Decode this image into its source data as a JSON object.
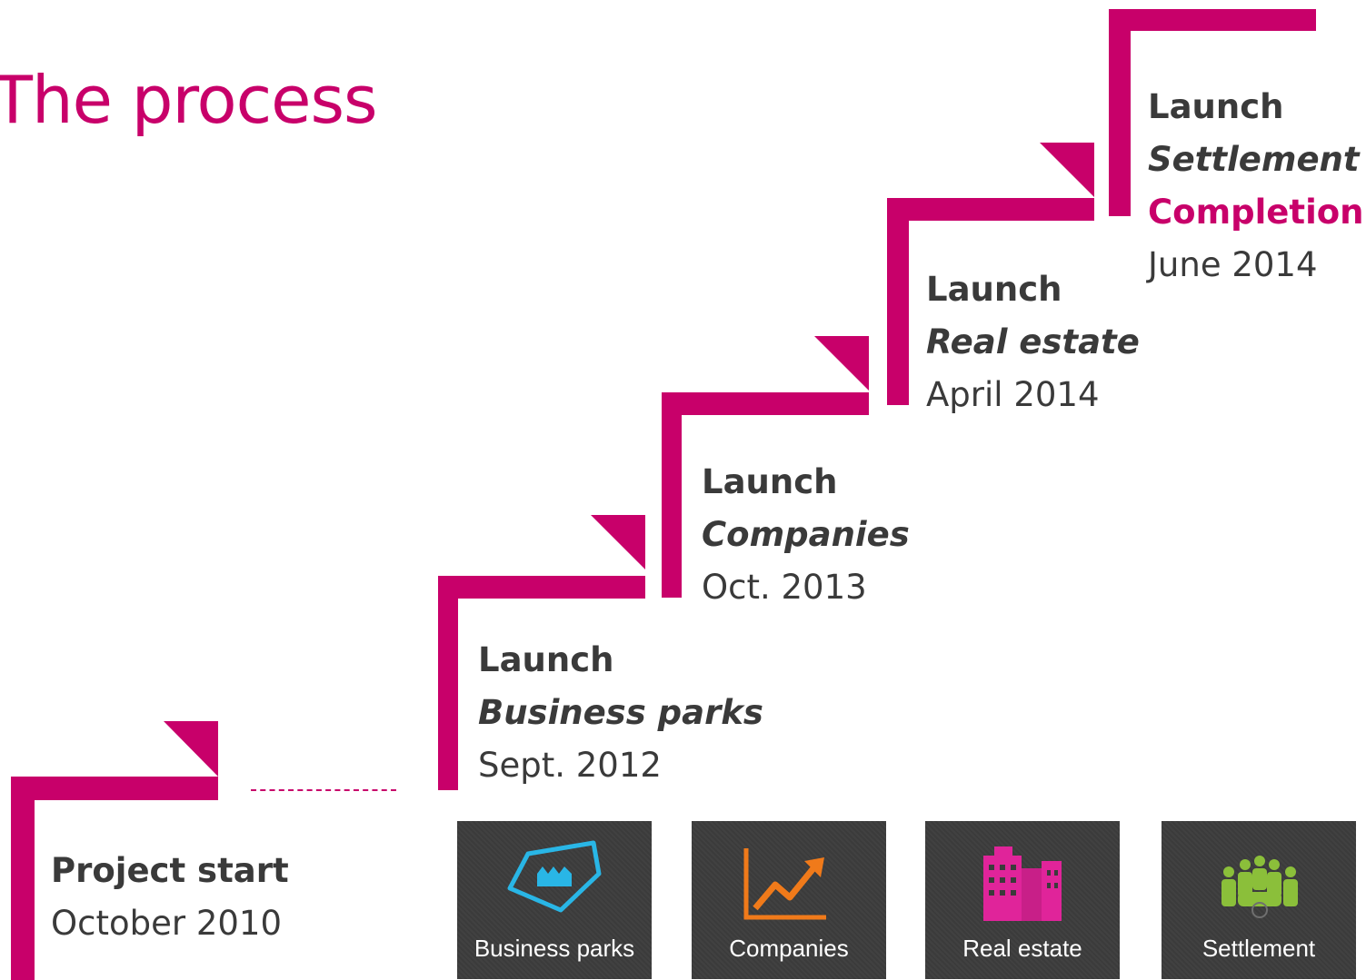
{
  "title": "The process",
  "steps": [
    {
      "heading": "Project start",
      "date": "October 2010"
    },
    {
      "heading": "Launch",
      "product": "Business parks",
      "date": "Sept. 2012"
    },
    {
      "heading": "Launch",
      "product": "Companies",
      "date": "Oct. 2013"
    },
    {
      "heading": "Launch",
      "product": "Real estate",
      "date": "April 2014"
    },
    {
      "heading": "Launch",
      "product": "Settlement",
      "extra": "Completion",
      "date": "June 2014"
    }
  ],
  "tiles": [
    {
      "label": "Business parks",
      "icon": "factory-polygon-icon",
      "color": "#29b6e6"
    },
    {
      "label": "Companies",
      "icon": "growth-chart-icon",
      "color": "#f07a1a"
    },
    {
      "label": "Real estate",
      "icon": "buildings-icon",
      "color": "#e0249a"
    },
    {
      "label": "Settlement",
      "icon": "people-group-icon",
      "color": "#8bbf3a"
    }
  ],
  "colors": {
    "accent": "#c8006a",
    "text": "#3a3a3a",
    "tile_bg": "#3b3b3b"
  }
}
